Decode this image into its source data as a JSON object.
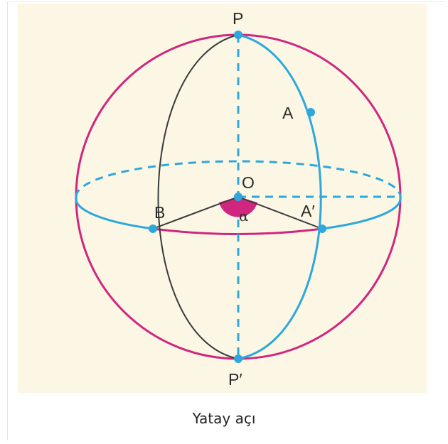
{
  "figure": {
    "labels": {
      "p": "P",
      "p_prime": "P′",
      "a": "A",
      "a_prime": "A′",
      "o": "O",
      "b": "B",
      "alpha": "α"
    },
    "colors": {
      "background": "#fbf7e4",
      "sphere_outline": "#d0267f",
      "meridian_blue": "#2ea7dc",
      "meridian_black": "#3a3a3a",
      "angle_fill": "#d0267f",
      "point": "#2ea7dc"
    }
  },
  "caption": "Yatay açı"
}
